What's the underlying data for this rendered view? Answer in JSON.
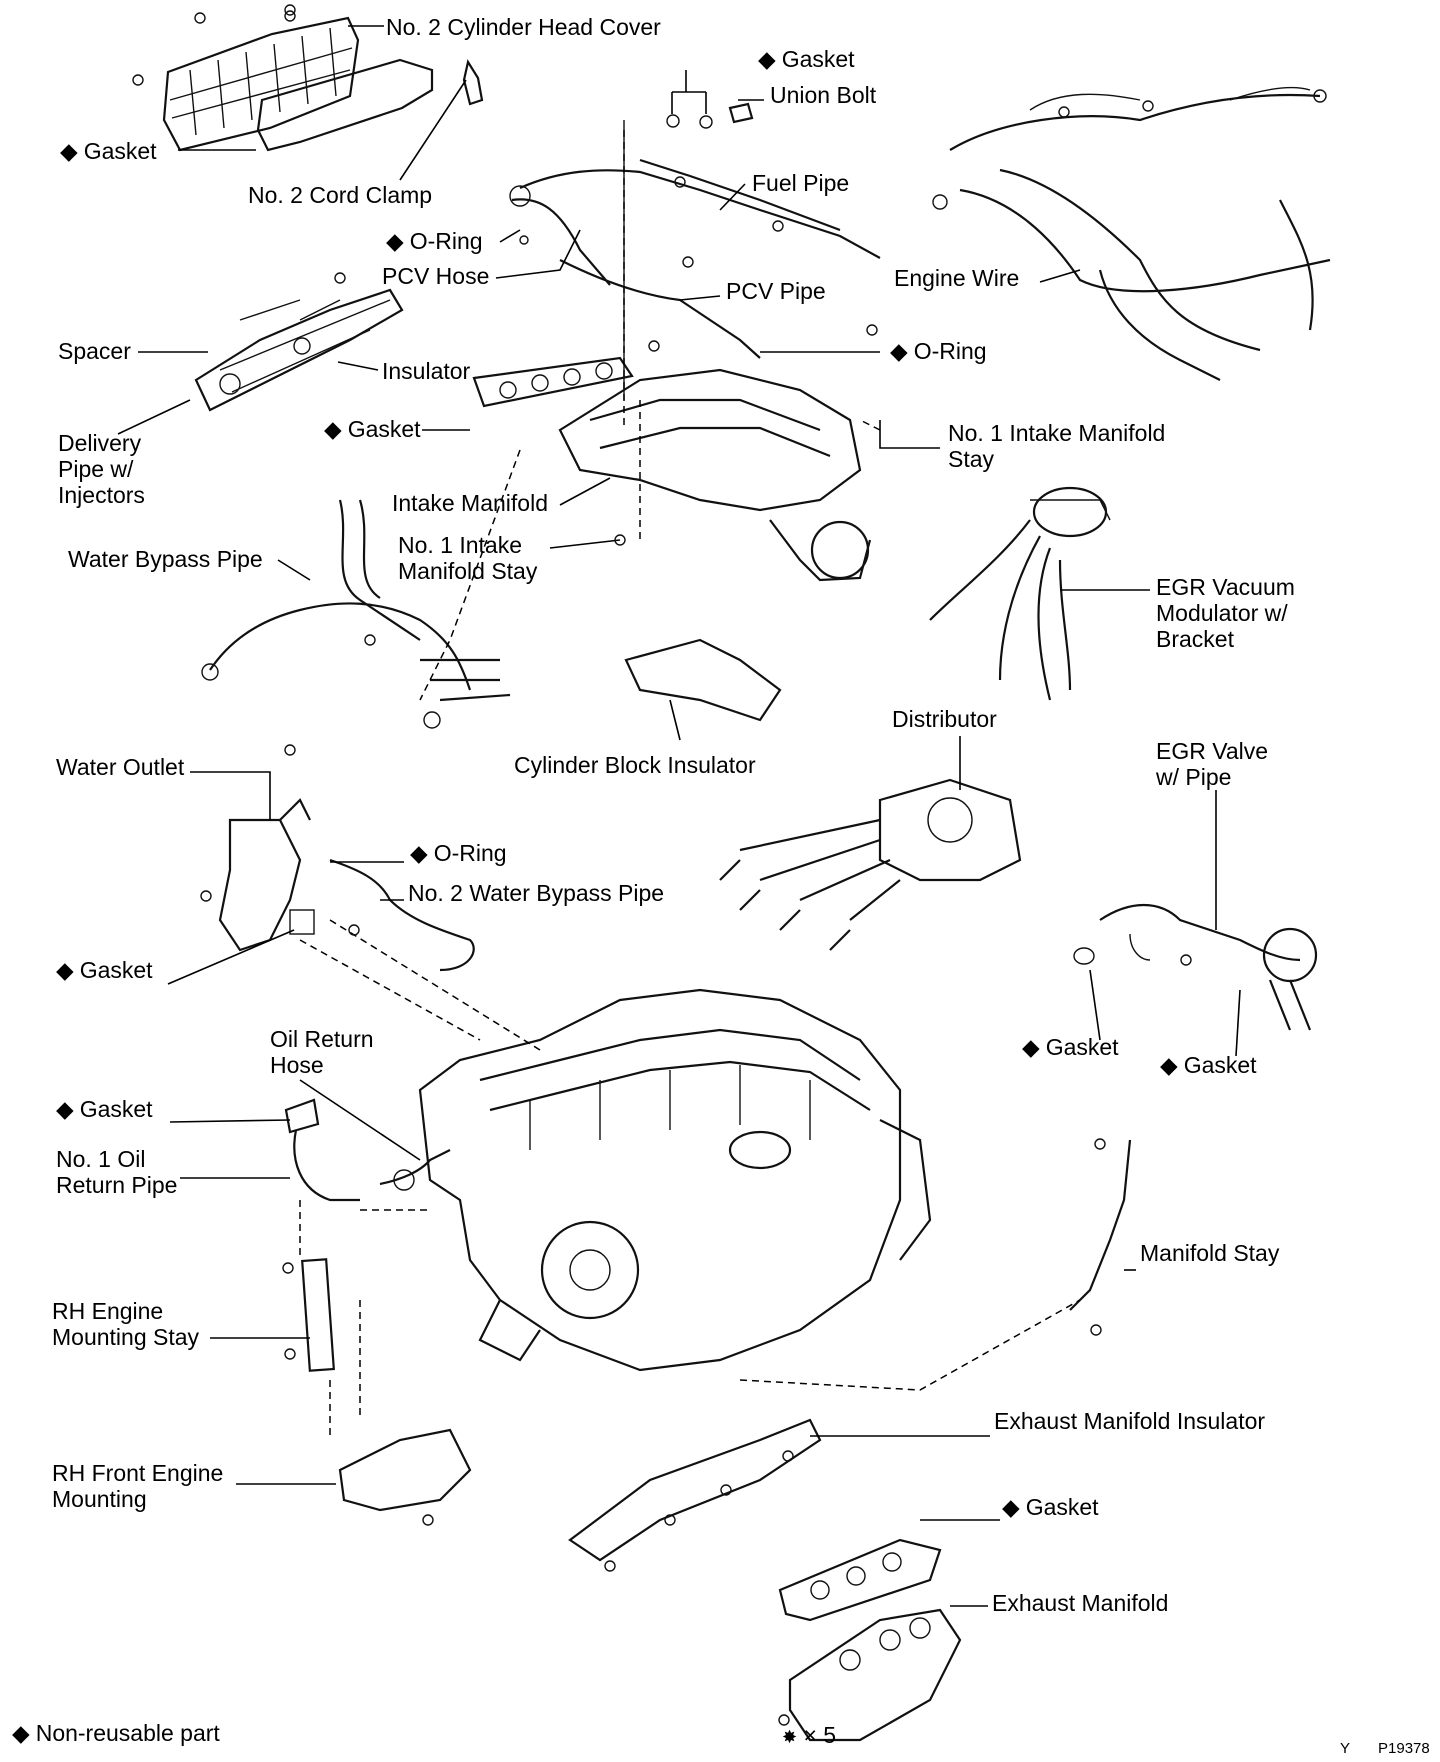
{
  "labels": {
    "cyl_head_cover": "No. 2 Cylinder Head Cover",
    "gasket_top": "Gasket",
    "cord_clamp": "No. 2 Cord Clamp",
    "gasket_union": "Gasket",
    "union_bolt": "Union Bolt",
    "fuel_pipe": "Fuel Pipe",
    "oring_pcv": "O-Ring",
    "pcv_hose": "PCV Hose",
    "pcv_pipe": "PCV Pipe",
    "oring_pcv_pipe": "O-Ring",
    "engine_wire": "Engine Wire",
    "spacer": "Spacer",
    "insulator": "Insulator",
    "gasket_manifold": "Gasket",
    "delivery_pipe": "Delivery Pipe w/ Injectors",
    "intake_stay_rh": "No. 1 Intake Manifold Stay",
    "intake_manifold": "Intake Manifold",
    "intake_stay_lh": "No. 1 Intake Manifold Stay",
    "water_bypass_pipe": "Water Bypass Pipe",
    "egr_modulator": "EGR Vacuum Modulator w/ Bracket",
    "distributor": "Distributor",
    "cylinder_block_insulator": "Cylinder Block Insulator",
    "water_outlet": "Water Outlet",
    "oring_water": "O-Ring",
    "no2_water_bypass": "No. 2 Water Bypass Pipe",
    "egr_valve": "EGR Valve w/ Pipe",
    "gasket_water_outlet": "Gasket",
    "gasket_egr_1": "Gasket",
    "gasket_egr_2": "Gasket",
    "oil_return_hose": "Oil Return Hose",
    "gasket_oil": "Gasket",
    "oil_return_pipe": "No. 1 Oil Return Pipe",
    "manifold_stay": "Manifold Stay",
    "rh_mounting_stay": "RH Engine Mounting Stay",
    "exhaust_insulator": "Exhaust Manifold Insulator",
    "rh_front_mounting": "RH Front Engine Mounting",
    "gasket_exhaust": "Gasket",
    "exhaust_manifold": "Exhaust Manifold",
    "legend": "Non-reusable part",
    "bolt_count": "× 5",
    "code_y": "Y",
    "figure_code": "P19378"
  }
}
